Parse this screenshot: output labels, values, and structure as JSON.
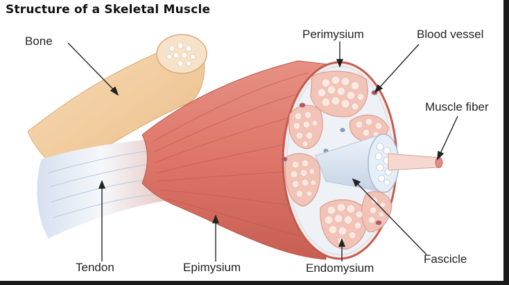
{
  "title": "Structure of a Skeletal Muscle",
  "labels": {
    "bone": "Bone",
    "perimysium": "Perimysium",
    "blood_vessel": "Blood vessel",
    "muscle_fiber": "Muscle fiber",
    "tendon": "Tendon",
    "epimysium": "Epimysium",
    "endomysium": "Endomysium",
    "fascicle": "Fascicle"
  },
  "colors": {
    "bone": "#f2d0a4",
    "muscle": "#e08072",
    "muscle_dark": "#c85a4e",
    "tendon": "#e8eef6",
    "fascicle_fill": "#f4c8bc",
    "fiber_cell": "#f8e4dc"
  }
}
